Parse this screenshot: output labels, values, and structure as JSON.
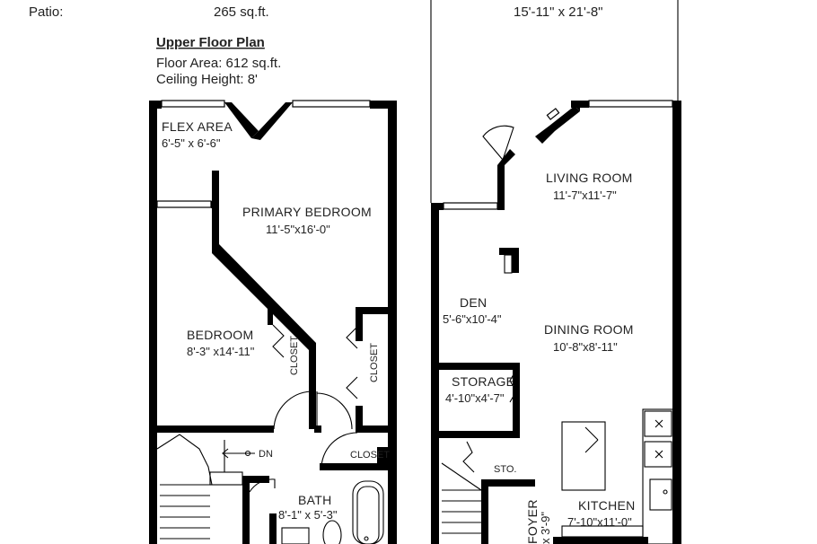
{
  "summary": {
    "patio_label": "Patio:",
    "patio_area": "265 sq.ft.",
    "patio_dims": "15'-11\" x 21'-8\""
  },
  "upper_floor": {
    "title": "Upper Floor Plan",
    "floor_area": "Floor Area: 612 sq.ft.",
    "ceiling_height": "Ceiling Height: 8'",
    "rooms": {
      "flex_area": {
        "name": "FLEX AREA",
        "dims": "6'-5\" x 6'-6\""
      },
      "primary_bedroom": {
        "name": "PRIMARY BEDROOM",
        "dims": "11'-5\"x16'-0\""
      },
      "bedroom": {
        "name": "BEDROOM",
        "dims": "8'-3\" x14'-11\""
      },
      "closet_a": {
        "name": "CLOSET"
      },
      "closet_b": {
        "name": "CLOSET"
      },
      "closet_c": {
        "name": "CLOSET"
      },
      "bath": {
        "name": "BATH",
        "dims": "8'-1\" x 5'-3\""
      }
    },
    "stair_label": "DN"
  },
  "main_floor": {
    "rooms": {
      "living_room": {
        "name": "LIVING ROOM",
        "dims": "11'-7\"x11'-7\""
      },
      "den": {
        "name": "DEN",
        "dims": "5'-6\"x10'-4\""
      },
      "dining_room": {
        "name": "DINING ROOM",
        "dims": "10'-8\"x8'-11\""
      },
      "storage": {
        "name": "STORAGE",
        "dims": "4'-10\"x4'-7\""
      },
      "sto": {
        "name": "STO."
      },
      "kitchen": {
        "name": "KITCHEN",
        "dims": "7'-10\"x11'-0\""
      },
      "foyer": {
        "name": "FOYER",
        "dims": "x 3'-9\""
      }
    }
  }
}
